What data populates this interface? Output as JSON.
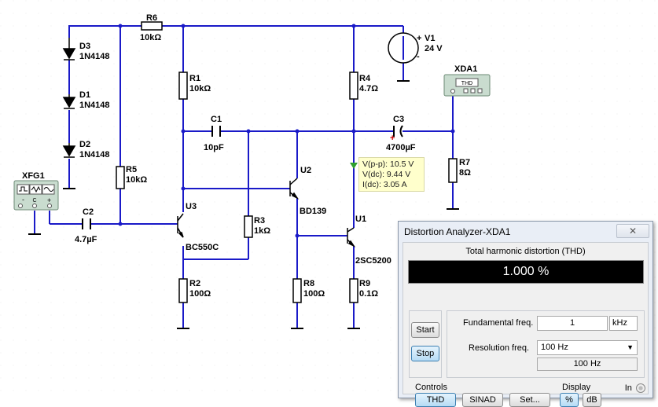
{
  "schematic": {
    "components": {
      "r6": {
        "ref": "R6",
        "value": "10kΩ"
      },
      "d3": {
        "ref": "D3",
        "value": "1N4148"
      },
      "d1": {
        "ref": "D1",
        "value": "1N4148"
      },
      "d2": {
        "ref": "D2",
        "value": "1N4148"
      },
      "r1": {
        "ref": "R1",
        "value": "10kΩ"
      },
      "r4": {
        "ref": "R4",
        "value": "4.7Ω"
      },
      "v1": {
        "ref": "V1",
        "value": "24 V",
        "plus": "+",
        "minus": "-"
      },
      "xda1": {
        "ref": "XDA1",
        "device_label": "THD"
      },
      "c1": {
        "ref": "C1",
        "value": "10pF"
      },
      "c3": {
        "ref": "C3",
        "value": "4700µF",
        "plus": "+"
      },
      "r5": {
        "ref": "R5",
        "value": "10kΩ"
      },
      "r7": {
        "ref": "R7",
        "value": "8Ω"
      },
      "u2": {
        "ref": "U2",
        "value": "BD139"
      },
      "xfg1": {
        "ref": "XFG1",
        "minus": "-",
        "com": "C",
        "plus": "+"
      },
      "c2": {
        "ref": "C2",
        "value": "4.7µF"
      },
      "u3": {
        "ref": "U3",
        "value": "BC550C"
      },
      "r3": {
        "ref": "R3",
        "value": "1kΩ"
      },
      "u1": {
        "ref": "U1",
        "value": "2SC5200"
      },
      "r2": {
        "ref": "R2",
        "value": "100Ω"
      },
      "r8": {
        "ref": "R8",
        "value": "100Ω"
      },
      "r9": {
        "ref": "R9",
        "value": "0.1Ω"
      }
    },
    "probe": {
      "vpp": "V(p-p): 10.5 V",
      "vdc": "V(dc): 9.44 V",
      "idc": "I(dc): 3.05 A"
    },
    "colors": {
      "wire": "#1a1ac8",
      "component": "#000000",
      "probe_bg": "#ffffcc",
      "probe_marker": "#2ea02e"
    }
  },
  "analyzer": {
    "title": "Distortion Analyzer-XDA1",
    "thd_heading": "Total harmonic distortion (THD)",
    "display_value": "1.000 %",
    "start_label": "Start",
    "stop_label": "Stop",
    "fund_freq_label": "Fundamental freq.",
    "fund_freq_value": "1",
    "fund_freq_unit": "kHz",
    "res_freq_label": "Resolution freq.",
    "res_freq_selected": "100 Hz",
    "res_freq_readout": "100 Hz",
    "controls_label": "Controls",
    "thd_button": "THD",
    "sinad_button": "SINAD",
    "set_button": "Set...",
    "display_label": "Display",
    "percent_button": "%",
    "db_button": "dB",
    "indicator_label": "In"
  }
}
